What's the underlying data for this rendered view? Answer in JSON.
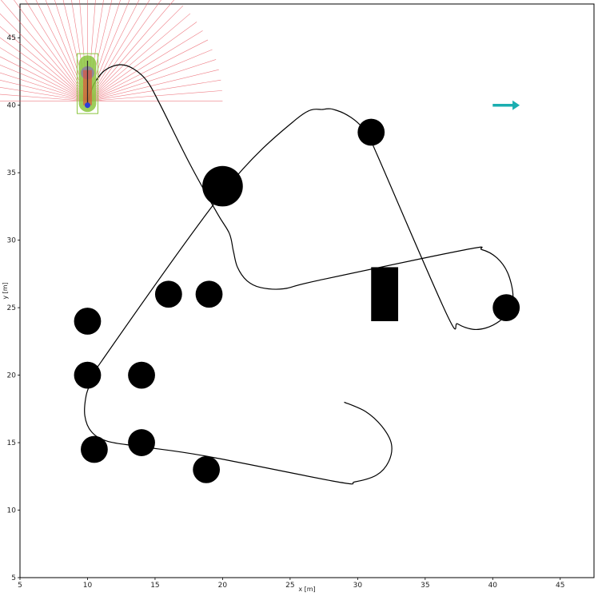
{
  "chart_data": {
    "type": "scatter",
    "title": "",
    "xlabel": "x [m]",
    "ylabel": "y [m]",
    "xlim": [
      5,
      47.5
    ],
    "ylim": [
      5,
      47.5
    ],
    "xticks": [
      5,
      10,
      15,
      20,
      25,
      30,
      35,
      40,
      45
    ],
    "yticks": [
      5,
      10,
      15,
      20,
      25,
      30,
      35,
      40,
      45
    ],
    "grid": false,
    "obstacles": [
      {
        "kind": "circle",
        "x": 10.0,
        "y": 24.0,
        "r": 1.0
      },
      {
        "kind": "circle",
        "x": 10.0,
        "y": 20.0,
        "r": 1.0
      },
      {
        "kind": "circle",
        "x": 14.0,
        "y": 20.0,
        "r": 1.0
      },
      {
        "kind": "circle",
        "x": 16.0,
        "y": 26.0,
        "r": 1.0
      },
      {
        "kind": "circle",
        "x": 19.0,
        "y": 26.0,
        "r": 1.0
      },
      {
        "kind": "circle",
        "x": 20.0,
        "y": 34.0,
        "r": 1.5
      },
      {
        "kind": "circle",
        "x": 31.0,
        "y": 38.0,
        "r": 1.0
      },
      {
        "kind": "circle",
        "x": 41.0,
        "y": 25.0,
        "r": 1.0
      },
      {
        "kind": "circle",
        "x": 10.5,
        "y": 14.5,
        "r": 1.0
      },
      {
        "kind": "circle",
        "x": 14.0,
        "y": 15.0,
        "r": 1.0
      },
      {
        "kind": "circle",
        "x": 18.8,
        "y": 13.0,
        "r": 1.0
      },
      {
        "kind": "rect",
        "x": 31.0,
        "y": 24.0,
        "w": 2.0,
        "h": 4.0
      }
    ],
    "trajectory": [
      [
        29.0,
        18.0
      ],
      [
        30.6,
        17.3
      ],
      [
        31.8,
        16.2
      ],
      [
        32.5,
        14.9
      ],
      [
        32.3,
        13.6
      ],
      [
        31.4,
        12.6
      ],
      [
        29.8,
        12.1
      ],
      [
        28.5,
        12.1
      ],
      [
        18.8,
        14.0
      ],
      [
        14.0,
        14.7
      ],
      [
        11.5,
        15.1
      ],
      [
        10.3,
        15.8
      ],
      [
        9.8,
        17.0
      ],
      [
        9.9,
        18.5
      ],
      [
        10.3,
        19.6
      ],
      [
        10.6,
        20.4
      ],
      [
        20.0,
        33.5
      ],
      [
        25.5,
        39.0
      ],
      [
        27.5,
        39.7
      ],
      [
        28.5,
        39.6
      ],
      [
        29.5,
        39.1
      ],
      [
        30.3,
        38.4
      ],
      [
        31.0,
        37.3
      ],
      [
        31.5,
        36.2
      ],
      [
        36.6,
        24.5
      ],
      [
        37.4,
        23.8
      ],
      [
        38.5,
        23.4
      ],
      [
        39.5,
        23.5
      ],
      [
        40.5,
        24.0
      ],
      [
        41.3,
        24.8
      ],
      [
        41.5,
        26.0
      ],
      [
        41.1,
        27.6
      ],
      [
        40.3,
        28.7
      ],
      [
        39.2,
        29.3
      ],
      [
        38.0,
        29.3
      ],
      [
        27.0,
        27.0
      ],
      [
        24.5,
        26.4
      ],
      [
        22.8,
        26.5
      ],
      [
        21.8,
        27.0
      ],
      [
        21.1,
        28.0
      ],
      [
        20.8,
        29.2
      ],
      [
        20.5,
        30.5
      ],
      [
        19.6,
        32.0
      ],
      [
        17.6,
        35.6
      ],
      [
        15.4,
        40.0
      ],
      [
        14.4,
        41.8
      ],
      [
        13.4,
        42.7
      ],
      [
        12.4,
        43.0
      ],
      [
        11.3,
        42.6
      ],
      [
        10.5,
        41.6
      ],
      [
        10.1,
        40.5
      ],
      [
        10.0,
        40.0
      ]
    ],
    "vehicle": {
      "x": 10.0,
      "y": 40.0,
      "heading_deg": 90,
      "length": 4.2,
      "width": 1.3
    },
    "sensor": {
      "origin": [
        10.0,
        40.3
      ],
      "range": 10,
      "ray_count": 41,
      "ray_color": "#e8505b"
    },
    "goal_arrow": {
      "x": 40.0,
      "y": 40.0,
      "dx": 2.0,
      "dy": 0.0,
      "color": "#1aaeb0"
    },
    "colors": {
      "obstacle": "#000000",
      "path": "#000000",
      "vehicle_body": "#8bc53f",
      "vehicle_marker": "#2c3ed8"
    }
  }
}
